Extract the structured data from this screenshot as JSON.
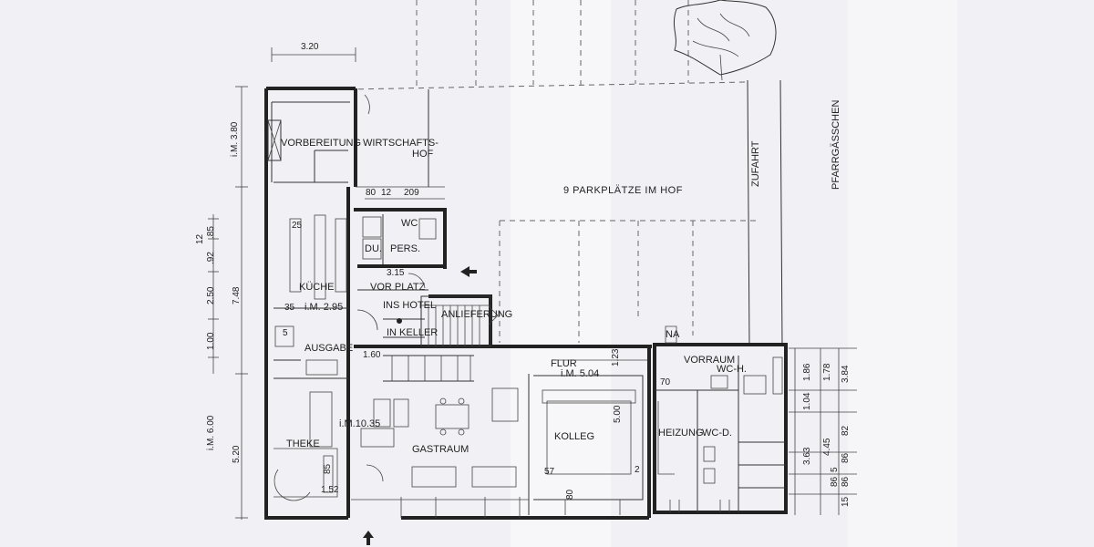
{
  "rooms": {
    "vorbereitung": "VORBEREITUNG",
    "wirtschaftshof_1": "WIRTSCHAFTS-",
    "wirtschaftshof_2": "HOF",
    "parkplaetze": "9 PARKPLÄTZE IM HOF",
    "zufahrt": "ZUFAHRT",
    "pfarrgaesschen": "PFARRGÄSSCHEN",
    "wc": "WC",
    "du": "DU.",
    "pers": "PERS.",
    "vorplatz": "VOR PLATZ",
    "kueche": "KÜCHE",
    "kueche_area": "i.M. 2.95",
    "ins_hotel": "INS HOTEL",
    "anlieferung": "ANLIEFERUNG",
    "in_keller": "IN KELLER",
    "ausgabe": "AUSGABE",
    "flur": "FLUR",
    "flur_area": "i.M. 5.04",
    "gastraum_area": "i.M.10.35",
    "gastraum": "GASTRAUM",
    "theke": "THEKE",
    "kolleg": "KOLLEG",
    "na": "NA",
    "vorraum": "VORRAUM",
    "wc_h": "WC-H.",
    "heizung": "HEIZUNG",
    "wc_d": "WC-D."
  },
  "dimensions": {
    "top_width": "3.20",
    "left_im": "i.M. 3.80",
    "left_748": "7.48",
    "left_250": "2.50",
    "left_092": ".92",
    "left_085": ".85",
    "left_012": "12",
    "left_100": "1.00",
    "left_im600": "i.M. 6.00",
    "left_520": "5.20",
    "d_80": "80",
    "d_12": "12",
    "d_209": "209",
    "d_25": "25",
    "d_315": "3.15",
    "d_35": "35",
    "d_5": "5",
    "d_160": "1.60",
    "d_152": "1.52",
    "d_85": "85",
    "d_123": "1.23",
    "d_500": "5.00",
    "d_57": "57",
    "d_80b": "80",
    "d_2": "2",
    "d_70": "70",
    "r_186": "1.86",
    "r_178": "1.78",
    "r_384": "3.84",
    "r_104": "1.04",
    "r_363": "3.63",
    "r_445": "4.45",
    "r_82": "82",
    "r_86": "86",
    "r_86b": "86",
    "r_5": "5",
    "r_86c": "86",
    "r_15": "15"
  }
}
